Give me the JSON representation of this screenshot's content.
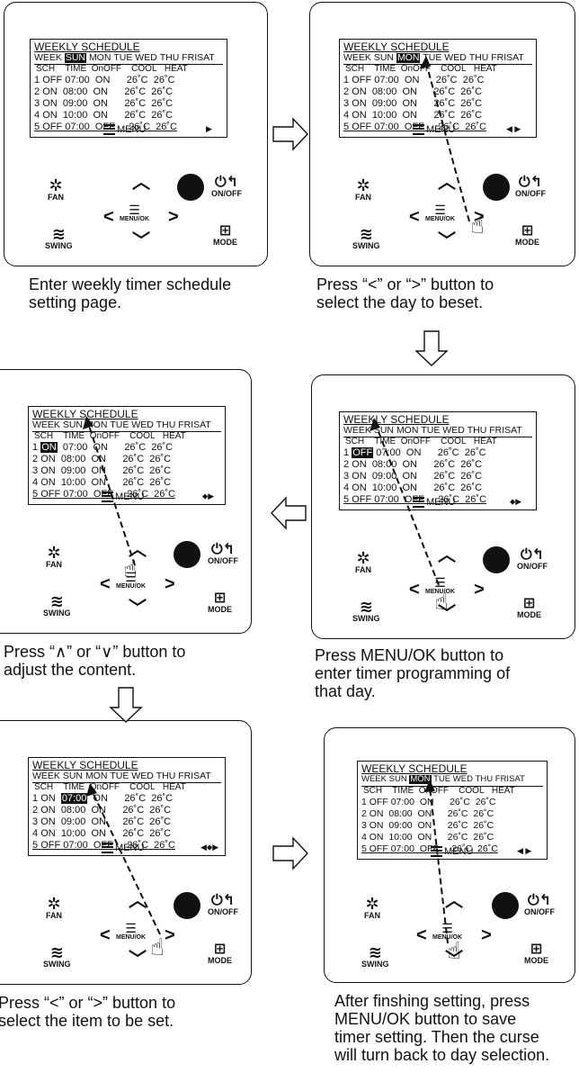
{
  "lcd": {
    "title": "WEEKLY SCHEDULE",
    "week_label": "WEEK",
    "days": [
      "SUN",
      "MON",
      "TUE",
      "WED",
      "THU",
      "FRI",
      "SAT"
    ],
    "columns": [
      "SCH",
      "TIME",
      "OnOFF",
      "COOL",
      "HEAT"
    ],
    "rows": [
      {
        "n": "1",
        "state": "OFF",
        "time": "07:00",
        "onoff": "ON",
        "cool": "26˚C",
        "heat": "26˚C"
      },
      {
        "n": "2",
        "state": "ON",
        "time": "08:00",
        "onoff": "ON",
        "cool": "26˚C",
        "heat": "26˚C"
      },
      {
        "n": "3",
        "state": "ON",
        "time": "09:00",
        "onoff": "ON",
        "cool": "26˚C",
        "heat": "26˚C"
      },
      {
        "n": "4",
        "state": "ON",
        "time": "10:00",
        "onoff": "ON",
        "cool": "26˚C",
        "heat": "26˚C"
      },
      {
        "n": "5",
        "state": "OFF",
        "time": "07:00",
        "onoff": "OFF",
        "cool": "26˚C",
        "heat": "26˚C"
      }
    ],
    "menu": "MENU"
  },
  "buttons": {
    "fan": "FAN",
    "swing": "SWING",
    "menu_ok": "MENU/OK",
    "onoff": "ON/OFF",
    "mode": "MODE"
  },
  "steps": [
    {
      "caption": "Enter weekly timer schedule\nsetting page.",
      "selected_day": "SUN",
      "arrows": "▶"
    },
    {
      "caption": "Press “<” or “>” button to\nselect the day to beset.",
      "selected_day": "MON",
      "arrows": "◀ ▶"
    },
    {
      "caption": "Press MENU/OK button to\nenter timer programming of\nthat day.",
      "selected_day": "",
      "arrows": "⬥▶"
    },
    {
      "caption": "Press “∧” or “∨” button to\nadjust the content.",
      "selected_day": "",
      "arrows": "⬥▶"
    },
    {
      "caption": "Press “<” or “>” button to\nselect the item to be set.",
      "selected_day": "",
      "arrows": "◀⬥▶"
    },
    {
      "caption": "After finshing setting, press\nMENU/OK button to save\ntimer setting. Then the curse\nwill turn back to day selection.",
      "selected_day": "MON",
      "arrows": "◀ ▶"
    }
  ],
  "colors": {
    "ink": "#111111",
    "paper": "#ffffff"
  }
}
